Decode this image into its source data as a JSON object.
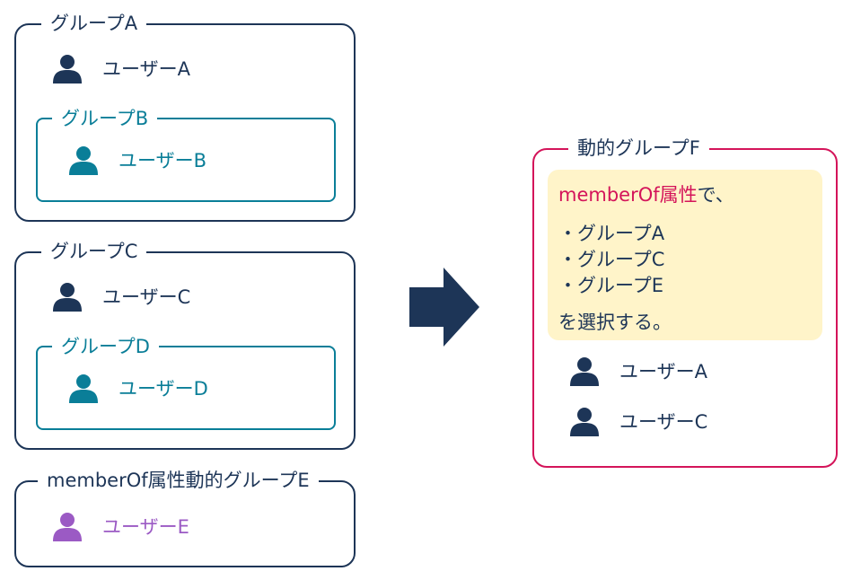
{
  "left": {
    "group_a": {
      "title": "グループA",
      "user": "ユーザーA"
    },
    "group_b": {
      "title": "グループB",
      "user": "ユーザーB"
    },
    "group_c": {
      "title": "グループC",
      "user": "ユーザーC"
    },
    "group_d": {
      "title": "グループD",
      "user": "ユーザーD"
    },
    "group_e": {
      "title": "memberOf属性動的グループE",
      "user": "ユーザーE"
    }
  },
  "right": {
    "group_f": {
      "title": "動的グループF"
    },
    "note": {
      "attr": "memberOf属性",
      "attr_suffix": "で、",
      "items": [
        "・グループA",
        "・グループC",
        "・グループE"
      ],
      "closing": "を選択する。"
    },
    "users": [
      "ユーザーA",
      "ユーザーC"
    ]
  },
  "colors": {
    "navy": "#1d3557",
    "teal": "#0a7e98",
    "purple": "#9b5ac4",
    "pink": "#d4145a",
    "note_bg": "#fff4c9"
  },
  "icons": {
    "user": "person-icon",
    "arrow": "right-arrow-icon"
  }
}
